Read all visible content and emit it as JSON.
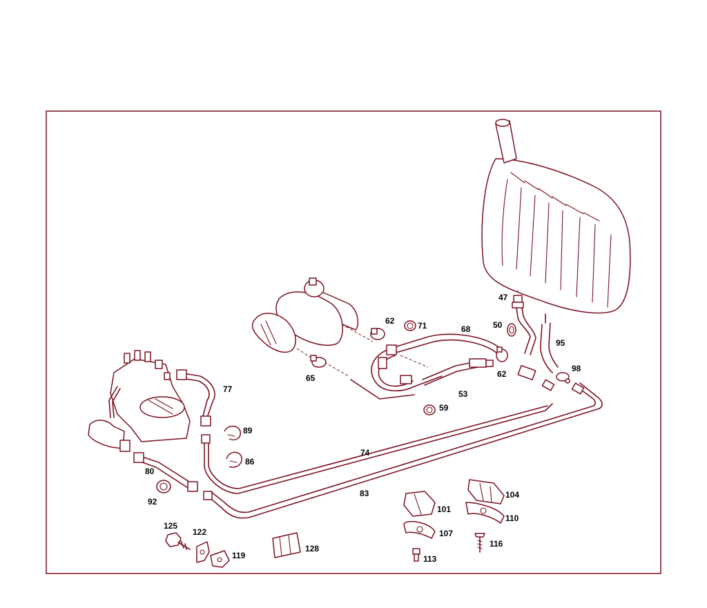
{
  "diagram": {
    "part_numbers": [
      "47",
      "50",
      "53",
      "59",
      "62",
      "62",
      "65",
      "68",
      "71",
      "74",
      "77",
      "80",
      "83",
      "86",
      "89",
      "92",
      "95",
      "98",
      "101",
      "104",
      "107",
      "110",
      "113",
      "116",
      "119",
      "122",
      "125",
      "128"
    ]
  },
  "colors": {
    "line": "#7a1020",
    "text": "#000000",
    "background": "#ffffff"
  }
}
